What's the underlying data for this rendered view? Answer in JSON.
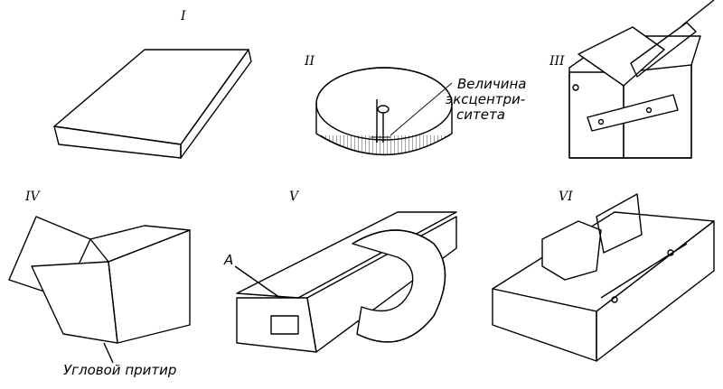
{
  "figure": {
    "panels": [
      {
        "id": "I",
        "numeral": "I"
      },
      {
        "id": "II",
        "numeral": "II"
      },
      {
        "id": "III",
        "numeral": "III"
      },
      {
        "id": "IV",
        "numeral": "IV"
      },
      {
        "id": "V",
        "numeral": "V"
      },
      {
        "id": "VI",
        "numeral": "VI"
      }
    ],
    "labels": {
      "eccentricity_line1": "Величина",
      "eccentricity_line2": "эксцентри-",
      "eccentricity_line3": "ситета",
      "corner_lap": "Угловой притир",
      "point_a": "А"
    }
  }
}
